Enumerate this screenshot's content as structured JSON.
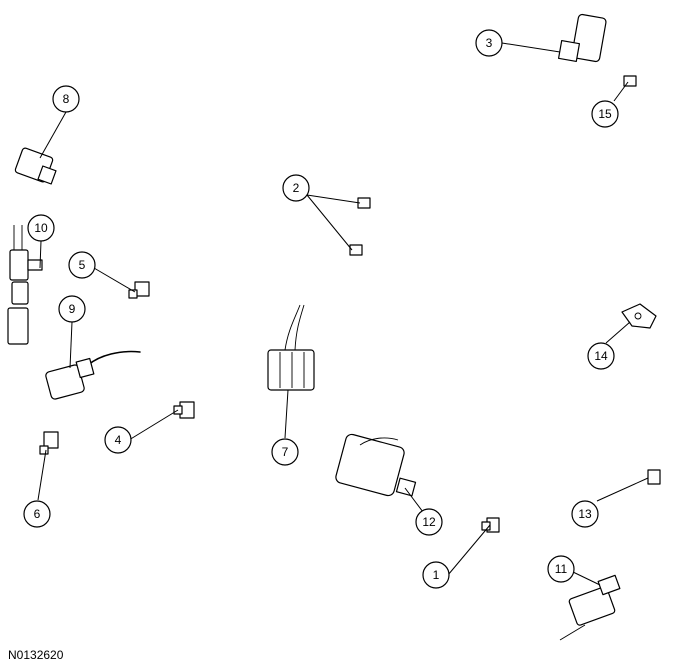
{
  "figure_code": "N0132620",
  "callouts": [
    {
      "label": "1"
    },
    {
      "label": "2"
    },
    {
      "label": "3"
    },
    {
      "label": "4"
    },
    {
      "label": "5"
    },
    {
      "label": "6"
    },
    {
      "label": "7"
    },
    {
      "label": "8"
    },
    {
      "label": "9"
    },
    {
      "label": "10"
    },
    {
      "label": "11"
    },
    {
      "label": "12"
    },
    {
      "label": "13"
    },
    {
      "label": "14"
    },
    {
      "label": "15"
    }
  ]
}
